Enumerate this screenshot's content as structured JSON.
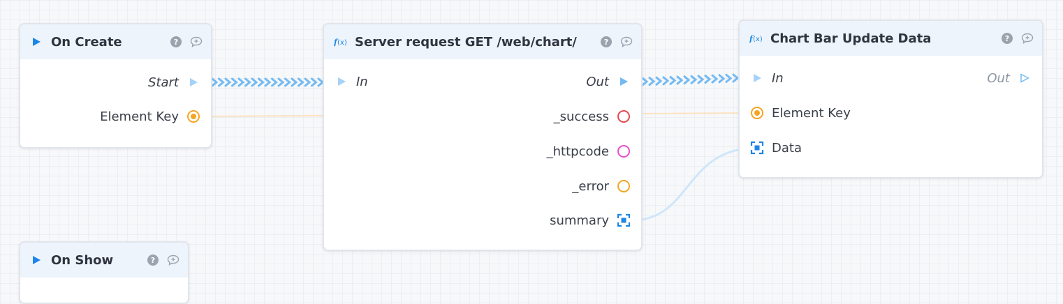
{
  "nodes": {
    "on_create": {
      "title": "On Create",
      "outputs": {
        "start": "Start",
        "element_key": "Element Key"
      }
    },
    "server_request": {
      "title": "Server request GET /web/chart/",
      "inputs": {
        "in": "In"
      },
      "outputs": {
        "out": "Out",
        "success": "_success",
        "httpcode": "_httpcode",
        "error": "_error",
        "summary": "summary"
      }
    },
    "chart_bar": {
      "title": "Chart Bar Update Data",
      "inputs": {
        "in": "In",
        "element_key": "Element Key",
        "data": "Data"
      },
      "outputs": {
        "out": "Out"
      }
    },
    "on_show": {
      "title": "On Show"
    }
  },
  "colors": {
    "exec": "#74baf2",
    "key": "#f5a524",
    "success": "#e5484d",
    "httpcode": "#e74fd0",
    "error": "#f5a524",
    "object": "#1c86e6",
    "wire_data": "#cfe6fa",
    "wire_key": "#fbe2c2"
  },
  "icons": {
    "event": "play-triangle-icon",
    "function": "function-fx-icon",
    "help": "help-circle-icon",
    "comment": "comment-add-icon"
  }
}
